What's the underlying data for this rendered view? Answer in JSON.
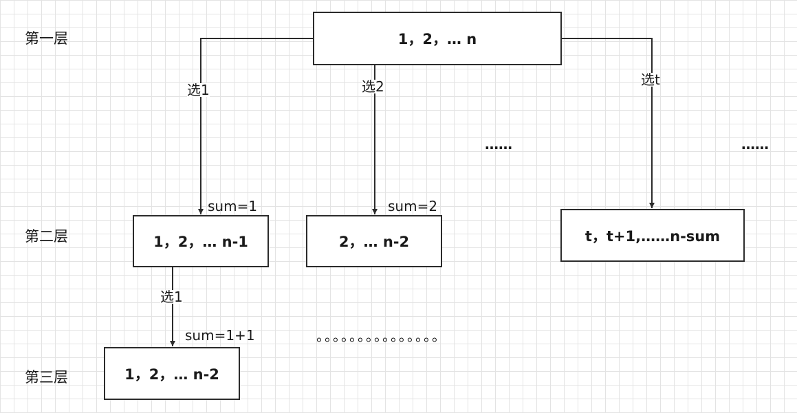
{
  "levels": {
    "first": "第一层",
    "second": "第二层",
    "third": "第三层"
  },
  "nodes": {
    "root": "1，2，… n",
    "l2_choose1": "1，2，… n-1",
    "l2_choose2": "2，… n-2",
    "l2_choose_t": "t，t+1,……n-sum",
    "l3_choose1": "1，2，… n-2"
  },
  "edges": {
    "choose1": "选1",
    "choose2": "选2",
    "choose_t": "选t",
    "l2_choose1": "选1"
  },
  "sums": {
    "s1": "sum=1",
    "s2": "sum=2",
    "s11": "sum=1+1"
  },
  "ellipses": {
    "mid": "……",
    "right": "……",
    "bottom": "。。。。。。。。。。。。。。。"
  }
}
